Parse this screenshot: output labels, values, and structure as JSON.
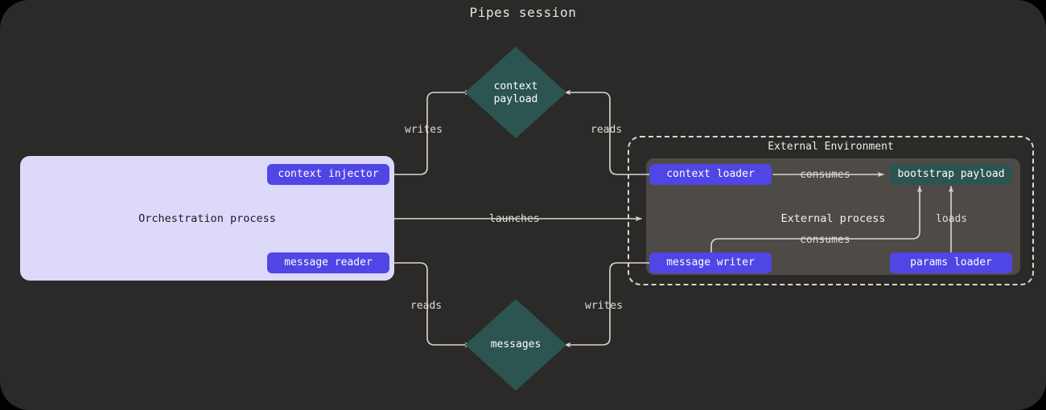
{
  "diagram": {
    "title": "Pipes session",
    "type": "flow-diagram",
    "background_color": "#2b2a28",
    "accent_purple": "#5046e5",
    "accent_teal": "#2c5450",
    "panel_lavender": "#dcd9fb",
    "edge_color": "#d9d6d2"
  },
  "orchestration": {
    "label": "Orchestration process",
    "nodes": [
      {
        "id": "context-injector",
        "label": "context injector",
        "style": "purple"
      },
      {
        "id": "message-reader",
        "label": "message reader",
        "style": "purple"
      }
    ]
  },
  "external_environment": {
    "label": "External Environment",
    "process_label": "External process",
    "nodes": [
      {
        "id": "context-loader",
        "label": "context loader",
        "style": "purple"
      },
      {
        "id": "message-writer",
        "label": "message writer",
        "style": "purple"
      },
      {
        "id": "params-loader",
        "label": "params loader",
        "style": "purple"
      },
      {
        "id": "bootstrap-payload",
        "label": "bootstrap payload",
        "style": "teal"
      }
    ]
  },
  "stores": [
    {
      "id": "context-payload",
      "label": "context\npayload",
      "shape": "diamond",
      "style": "teal"
    },
    {
      "id": "messages",
      "label": "messages",
      "shape": "diamond",
      "style": "teal"
    }
  ],
  "edges": [
    {
      "id": "writes-context",
      "label": "writes",
      "from": "context-injector",
      "to": "context-payload"
    },
    {
      "id": "reads-context",
      "label": "reads",
      "from": "context-loader",
      "to": "context-payload"
    },
    {
      "id": "launches",
      "label": "launches",
      "from": "orchestration-process",
      "to": "external-environment"
    },
    {
      "id": "reads-messages",
      "label": "reads",
      "from": "message-reader",
      "to": "messages"
    },
    {
      "id": "writes-messages",
      "label": "writes",
      "from": "message-writer",
      "to": "messages"
    },
    {
      "id": "consumes-context-loader",
      "label": "consumes",
      "from": "context-loader",
      "to": "bootstrap-payload"
    },
    {
      "id": "consumes-message-writer",
      "label": "consumes",
      "from": "message-writer",
      "to": "bootstrap-payload"
    },
    {
      "id": "loads-params",
      "label": "loads",
      "from": "params-loader",
      "to": "bootstrap-payload"
    }
  ]
}
